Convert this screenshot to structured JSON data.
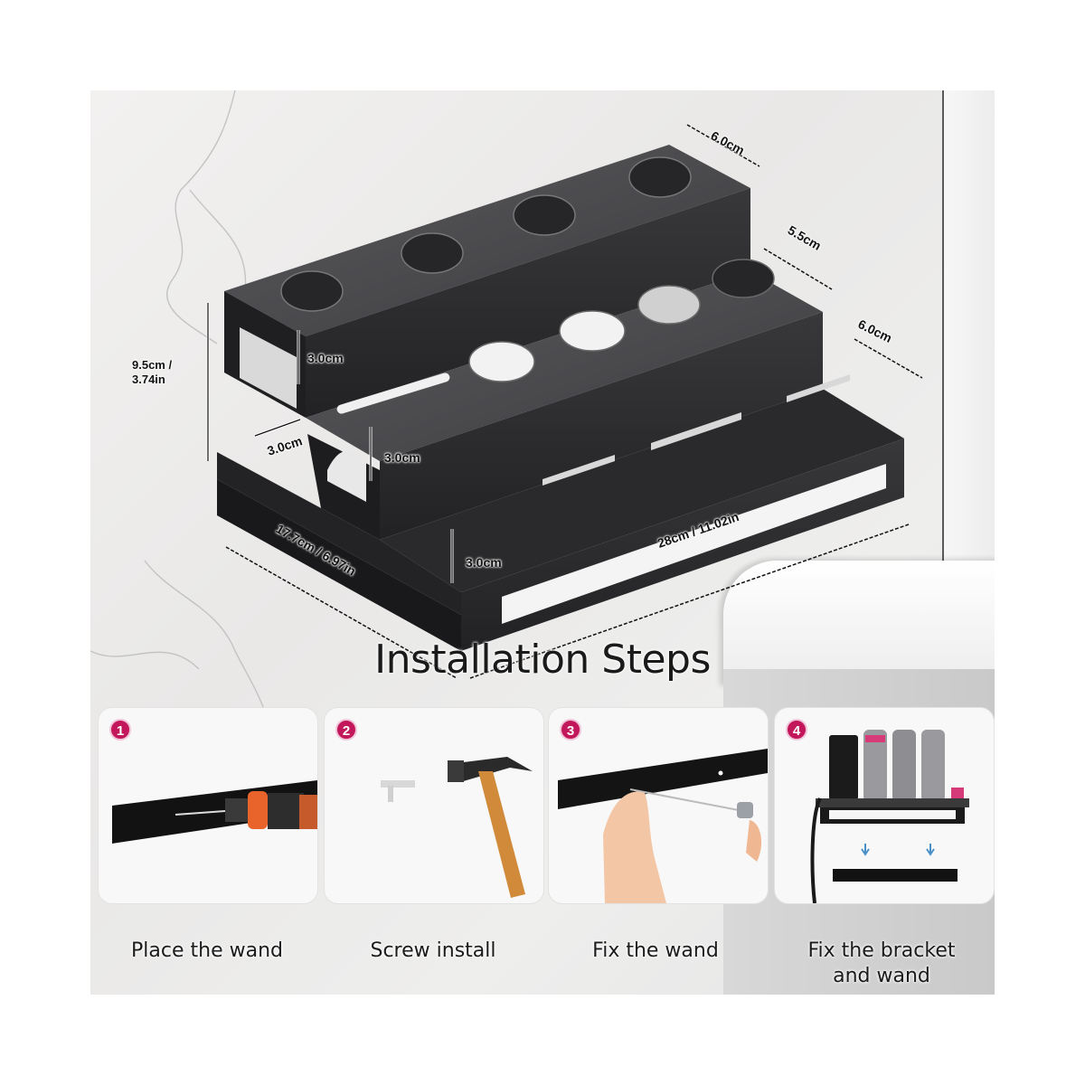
{
  "product": {
    "name": "Stepped wall-mounted hair tool rack",
    "colors": {
      "metal": "#2f2f31",
      "metal_top": "#4a4a4d",
      "badge": "#c2185b",
      "wall": "#eeeeed"
    }
  },
  "dimensions": {
    "top_depth": "6.0cm",
    "middle_depth": "5.5cm",
    "bottom_depth": "6.0cm",
    "total_height": "9.5cm /\n3.74in",
    "total_height_line1": "9.5cm /",
    "total_height_line2": "3.74in",
    "step_height_top": "3.0cm",
    "step_height_middle": "3.0cm",
    "step_height_bottom": "3.0cm",
    "side_slot": "3.0cm",
    "side_length": "17.7cm / 6.97in",
    "front_length": "28cm / 11.02in"
  },
  "heading": "Installation Steps",
  "steps": [
    {
      "number": "1",
      "label": "Place the wand",
      "illustration": "drill-icon"
    },
    {
      "number": "2",
      "label": "Screw install",
      "illustration": "hammer-icon"
    },
    {
      "number": "3",
      "label": "Fix the wand",
      "illustration": "screwdriver-icon"
    },
    {
      "number": "4",
      "label_line1": "Fix the bracket",
      "label_line2": "and wand",
      "illustration": "rack-mounted-icon"
    }
  ]
}
